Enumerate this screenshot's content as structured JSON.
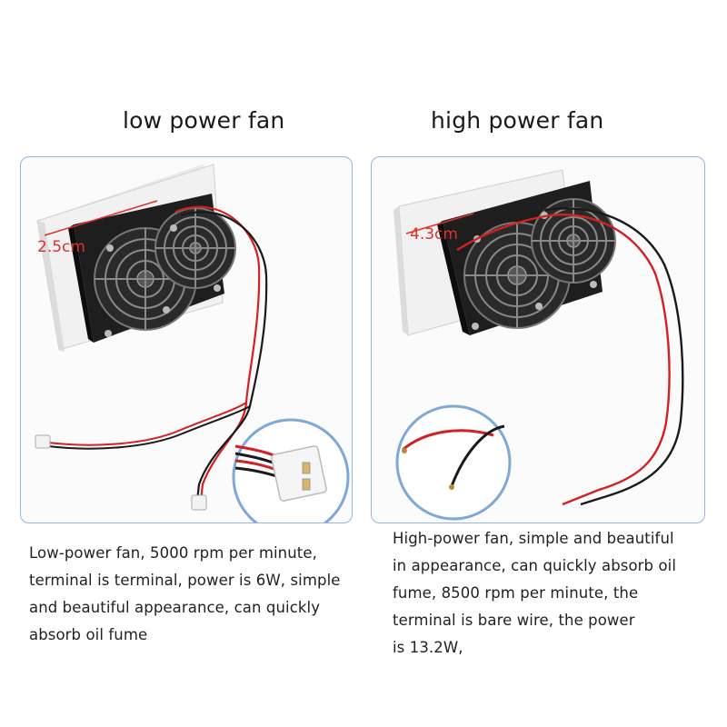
{
  "left": {
    "title": "low power fan",
    "measurement": "2.5cm",
    "description_lines": [
      "Low-power fan, 5000 rpm per minute,",
      "terminal is terminal, power is 6W, simple",
      "and beautiful appearance, can quickly",
      "absorb oil fume"
    ]
  },
  "right": {
    "title": "high power fan",
    "measurement": "4.3cm",
    "description_lines": [
      "High-power fan, simple and beautiful",
      "in appearance, can quickly absorb oil",
      "fume, 8500 rpm per minute, the",
      "terminal is bare wire, the power",
      "is 13.2W,"
    ]
  },
  "colors": {
    "panel_border": "#8fb6de",
    "measure_red": "#e0302a",
    "wire_red": "#d42020",
    "wire_black": "#1a1a1a"
  }
}
